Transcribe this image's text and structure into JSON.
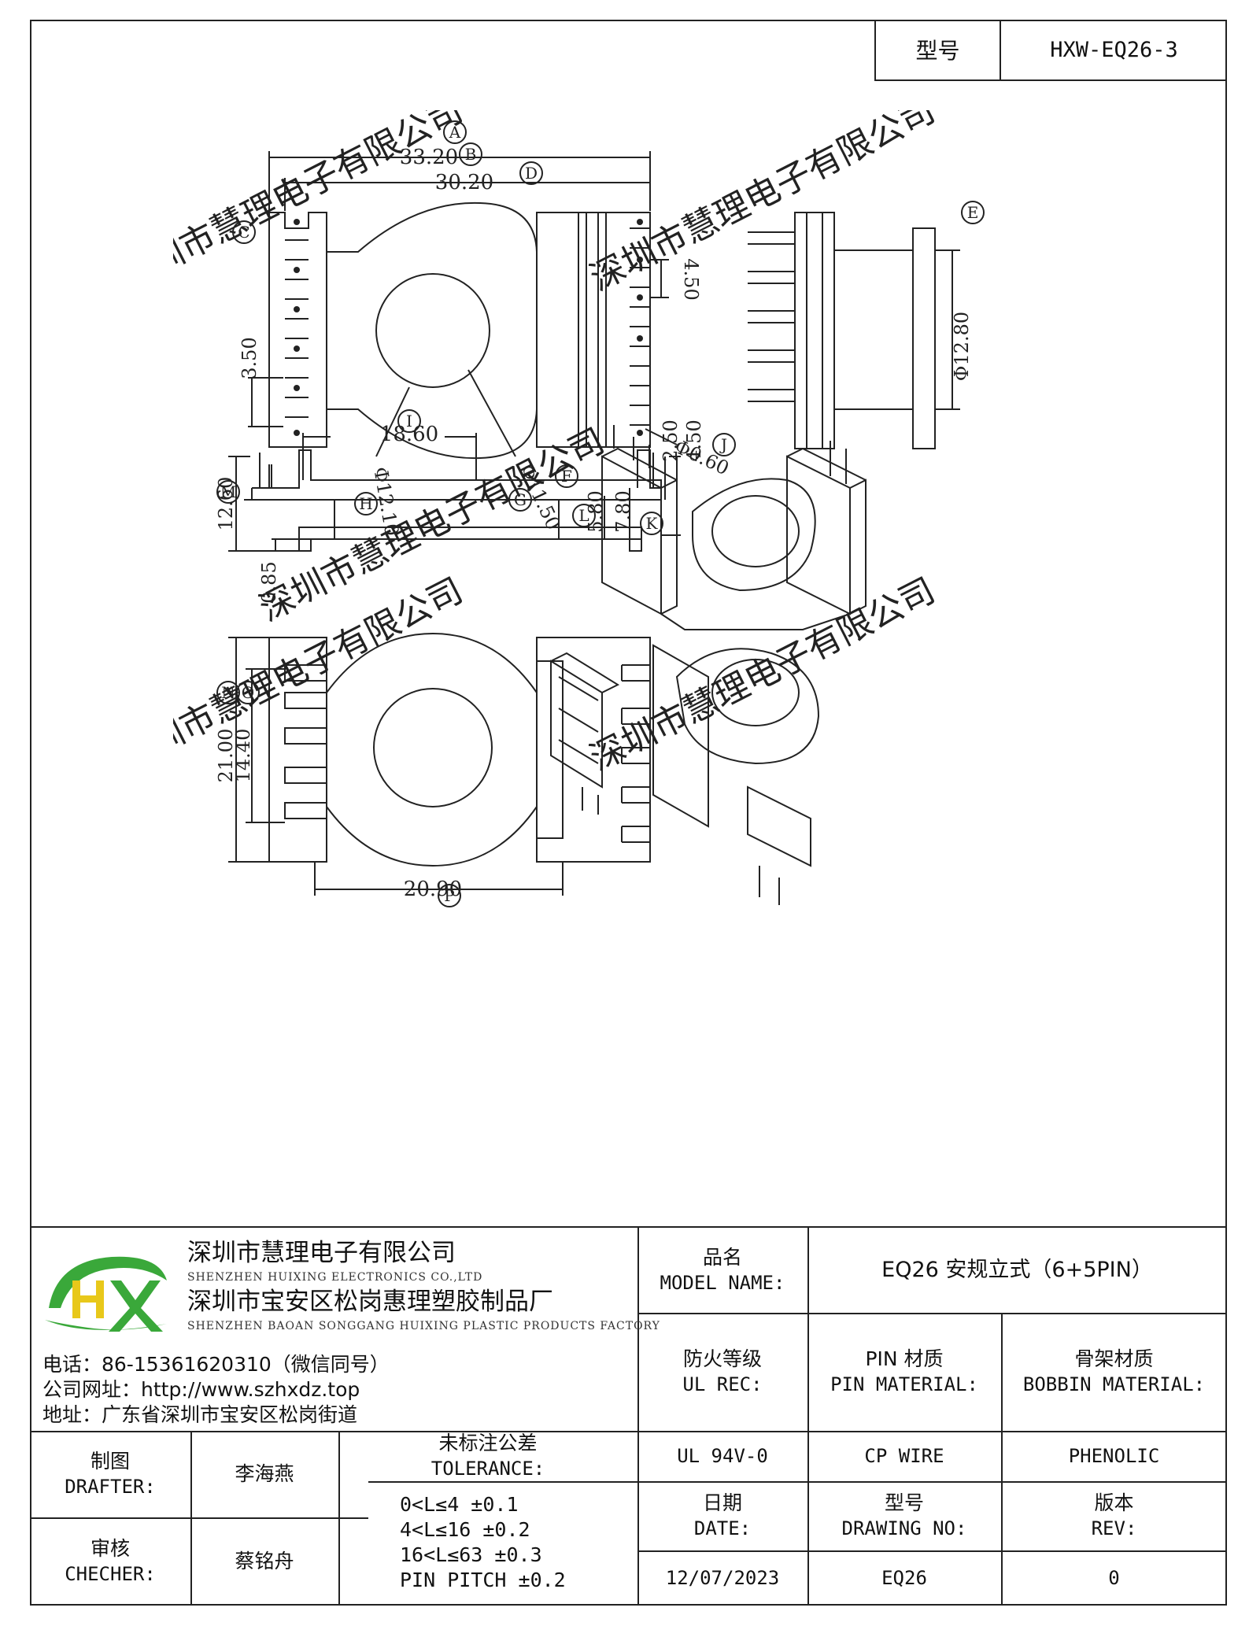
{
  "header": {
    "model_label": "型号",
    "model_value": "HXW-EQ26-3"
  },
  "drawing": {
    "dims": {
      "A": "33.20",
      "B": "30.20",
      "C": "3.50",
      "D": "4.50",
      "E": "Φ12.80",
      "F": "Φ0.60",
      "G": "Φ11.50",
      "H": "Φ12.10",
      "I": "18.60",
      "J1": "2.50",
      "J2": "4.50",
      "K": "7.80",
      "L": "5.80",
      "M": "12.60",
      "M2": "0.85",
      "N": "21.00",
      "O": "14.40",
      "P": "20.90"
    },
    "markers": [
      "A",
      "B",
      "C",
      "D",
      "E",
      "F",
      "G",
      "H",
      "I",
      "J",
      "K",
      "L",
      "M",
      "N",
      "O",
      "P"
    ],
    "watermark": "深圳市慧理电子有限公司"
  },
  "title_block": {
    "company_cn_1": "深圳市慧理电子有限公司",
    "company_en_1": "SHENZHEN HUIXING ELECTRONICS CO.,LTD",
    "company_cn_2": "深圳市宝安区松岗惠理塑胶制品厂",
    "company_en_2": "SHENZHEN BAOAN SONGGANG HUIXING PLASTIC PRODUCTS FACTORY",
    "phone": "电话：86-15361620310（微信同号）",
    "website": "公司网址：http://www.szhxdz.top",
    "address": "地址：广东省深圳市宝安区松岗街道",
    "model_name_cn": "品名",
    "model_name_en": "MODEL NAME:",
    "model_name_value": "EQ26 安规立式（6+5PIN）",
    "ul_cn": "防火等级",
    "ul_en": "UL REC:",
    "pin_cn": "PIN 材质",
    "pin_en": "PIN MATERIAL:",
    "bobbin_cn": "骨架材质",
    "bobbin_en": "BOBBIN MATERIAL:",
    "ul_value": "UL 94V-0",
    "pin_value": "CP WIRE",
    "bobbin_value": "PHENOLIC",
    "drafter_cn": "制图",
    "drafter_en": "DRAFTER:",
    "drafter_name": "李海燕",
    "checker_cn": "审核",
    "checker_en": "CHECHER:",
    "checker_name": "蔡铭舟",
    "tolerance_cn": "未标注公差",
    "tolerance_en": "TOLERANCE:",
    "tolerances": [
      "0<L≤4  ±0.1",
      "4<L≤16 ±0.2",
      "16<L≤63 ±0.3",
      "PIN PITCH ±0.2"
    ],
    "date_cn": "日期",
    "date_en": "DATE:",
    "date_value": "12/07/2023",
    "drawing_no_cn": "型号",
    "drawing_no_en": "DRAWING NO:",
    "drawing_no_value": "EQ26",
    "rev_cn": "版本",
    "rev_en": "REV:",
    "rev_value": "0"
  },
  "colors": {
    "logo_green": "#3aa83a",
    "logo_yellow": "#e8c81a",
    "line": "#222222"
  }
}
